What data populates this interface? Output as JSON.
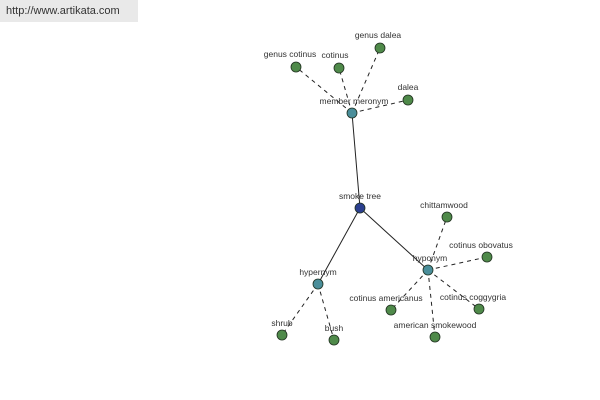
{
  "header": {
    "url": "http://www.artikata.com"
  },
  "graph": {
    "colors": {
      "root": "#2b3f8f",
      "relation": "#4a8e9a",
      "leaf": "#4f8a4a"
    },
    "nodes": [
      {
        "id": "smoke-tree",
        "label": "smoke tree",
        "kind": "root"
      },
      {
        "id": "member-meronym",
        "label": "member meronym",
        "kind": "relation"
      },
      {
        "id": "hypernym",
        "label": "hypernym",
        "kind": "relation"
      },
      {
        "id": "hyponym",
        "label": "hyponym",
        "kind": "relation"
      },
      {
        "id": "genus-cotinus",
        "label": "genus cotinus",
        "kind": "leaf"
      },
      {
        "id": "cotinus",
        "label": "cotinus",
        "kind": "leaf"
      },
      {
        "id": "genus-dalea",
        "label": "genus dalea",
        "kind": "leaf"
      },
      {
        "id": "dalea",
        "label": "dalea",
        "kind": "leaf"
      },
      {
        "id": "shrub",
        "label": "shrub",
        "kind": "leaf"
      },
      {
        "id": "bush",
        "label": "bush",
        "kind": "leaf"
      },
      {
        "id": "chittamwood",
        "label": "chittamwood",
        "kind": "leaf"
      },
      {
        "id": "cotinus-obovatus",
        "label": "cotinus obovatus",
        "kind": "leaf"
      },
      {
        "id": "cotinus-americanus",
        "label": "cotinus americanus",
        "kind": "leaf"
      },
      {
        "id": "cotinus-coggygria",
        "label": "cotinus coggygria",
        "kind": "leaf"
      },
      {
        "id": "american-smokewood",
        "label": "american smokewood",
        "kind": "leaf"
      }
    ],
    "edges": [
      {
        "from": "smoke-tree",
        "to": "member-meronym",
        "style": "solid"
      },
      {
        "from": "smoke-tree",
        "to": "hypernym",
        "style": "solid"
      },
      {
        "from": "smoke-tree",
        "to": "hyponym",
        "style": "solid"
      },
      {
        "from": "member-meronym",
        "to": "genus-cotinus",
        "style": "dashed"
      },
      {
        "from": "member-meronym",
        "to": "cotinus",
        "style": "dashed"
      },
      {
        "from": "member-meronym",
        "to": "genus-dalea",
        "style": "dashed"
      },
      {
        "from": "member-meronym",
        "to": "dalea",
        "style": "dashed"
      },
      {
        "from": "hypernym",
        "to": "shrub",
        "style": "dashed"
      },
      {
        "from": "hypernym",
        "to": "bush",
        "style": "dashed"
      },
      {
        "from": "hyponym",
        "to": "chittamwood",
        "style": "dashed"
      },
      {
        "from": "hyponym",
        "to": "cotinus-obovatus",
        "style": "dashed"
      },
      {
        "from": "hyponym",
        "to": "cotinus-americanus",
        "style": "dashed"
      },
      {
        "from": "hyponym",
        "to": "cotinus-coggygria",
        "style": "dashed"
      },
      {
        "from": "hyponym",
        "to": "american-smokewood",
        "style": "dashed"
      }
    ]
  }
}
